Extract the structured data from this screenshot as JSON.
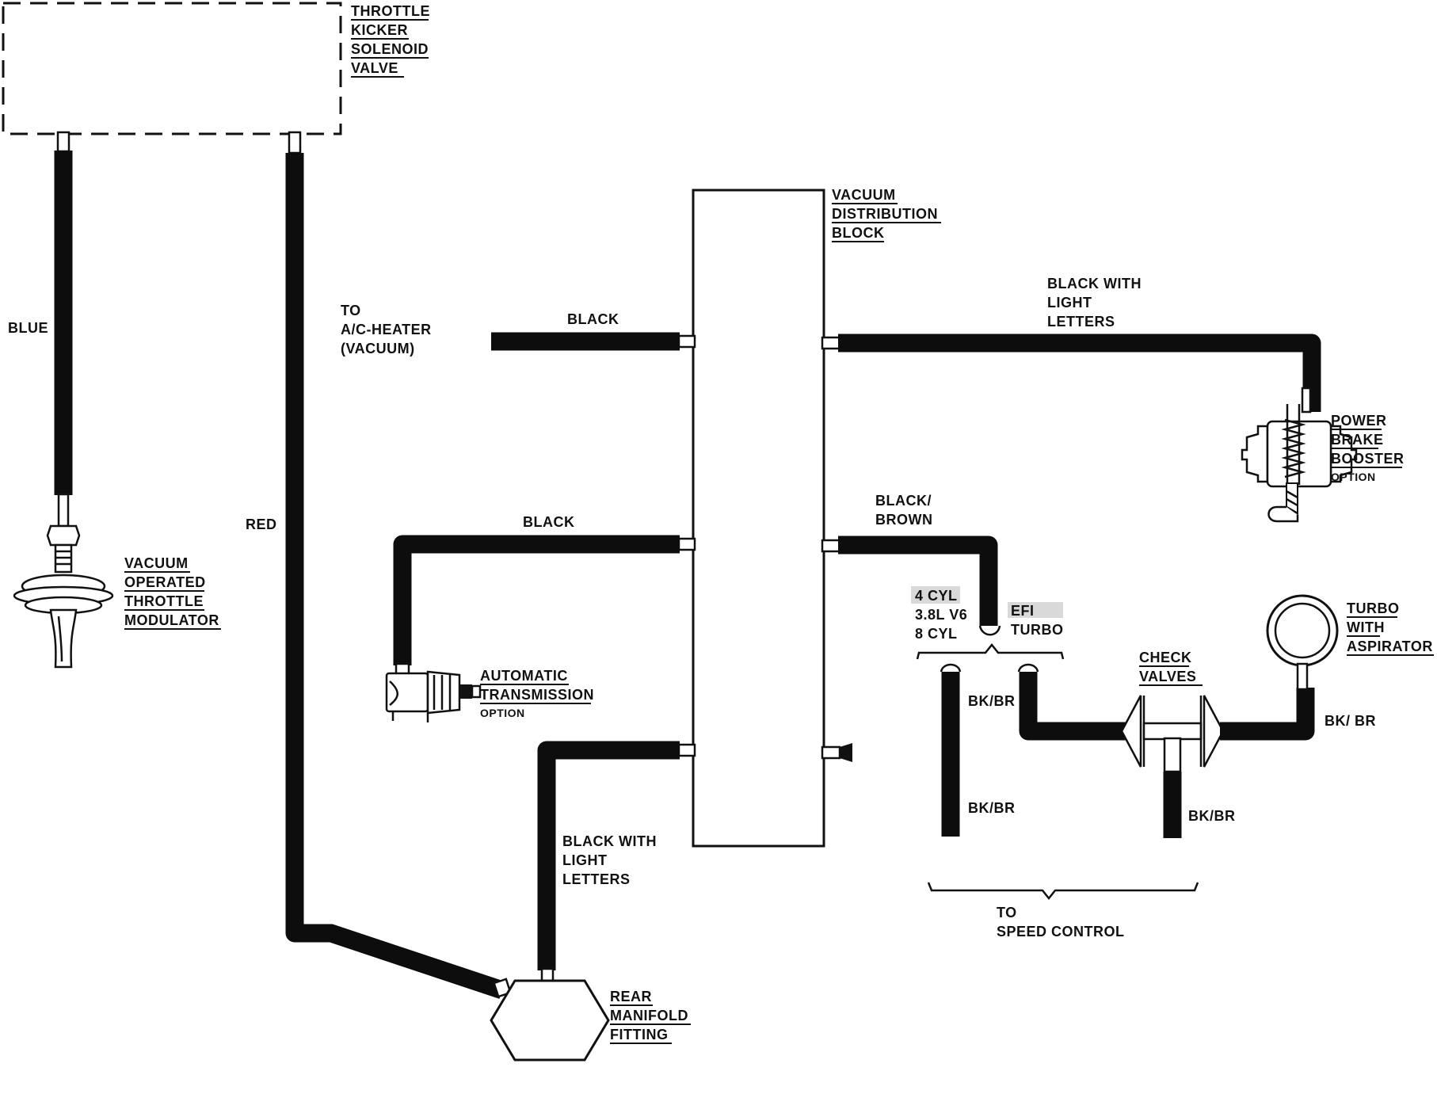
{
  "components": {
    "throttle_kicker": [
      "THROTTLE",
      "KICKER",
      "SOLENOID",
      "VALVE"
    ],
    "vacuum_block": [
      "VACUUM",
      "DISTRIBUTION",
      "BLOCK"
    ],
    "throttle_modulator": [
      "VACUUM",
      "OPERATED",
      "THROTTLE",
      "MODULATOR"
    ],
    "auto_trans": {
      "lines": [
        "AUTOMATIC",
        "TRANSMISSION"
      ],
      "note": "OPTION"
    },
    "brake_booster": {
      "lines": [
        "POWER",
        "BRAKE",
        "BOOSTER"
      ],
      "note": "OPTION"
    },
    "rear_manifold": [
      "REAR",
      "MANIFOLD",
      "FITTING"
    ],
    "check_valves": [
      "CHECK",
      "VALVES"
    ],
    "turbo_aspirator": [
      "TURBO",
      "WITH",
      "ASPIRATOR"
    ]
  },
  "hoses": {
    "blue": "BLUE",
    "red": "RED",
    "ac_heater": [
      "TO",
      "A/C-HEATER",
      "(VACUUM)"
    ],
    "black_ac": "BLACK",
    "black_trans": "BLACK",
    "black_light_top": [
      "BLACK WITH",
      "LIGHT",
      "LETTERS"
    ],
    "black_light_bottom": [
      "BLACK WITH",
      "LIGHT",
      "LETTERS"
    ],
    "black_brown": [
      "BLACK/",
      "BROWN"
    ],
    "bkbr_left_upper": "BK/BR",
    "bkbr_left_lower": "BK/BR",
    "bkbr_turbo": "BK/ BR",
    "bkbr_check": "BK/BR"
  },
  "engine_options": {
    "left": [
      "4 CYL",
      "3.8L V6",
      "8 CYL"
    ],
    "right": [
      "EFI",
      "TURBO"
    ]
  },
  "speed_control": [
    "TO",
    "SPEED CONTROL"
  ]
}
